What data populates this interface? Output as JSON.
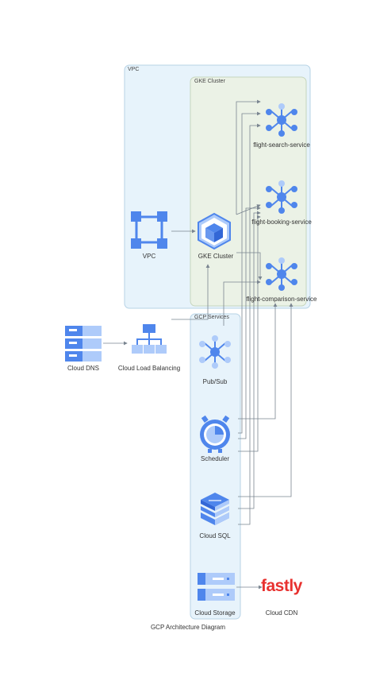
{
  "groups": {
    "vpc": "VPC",
    "gke": "GKE Cluster",
    "gcp": "GCP Services"
  },
  "nodes": {
    "dns": "Cloud DNS",
    "lb": "Cloud Load Balancing",
    "vpc": "VPC",
    "gke": "GKE Cluster",
    "search": "flight-search-service",
    "booking": "flight-booking-service",
    "comparison": "flight-comparison-service",
    "pubsub": "Pub/Sub",
    "scheduler": "Scheduler",
    "sql": "Cloud SQL",
    "storage": "Cloud Storage",
    "cdn": "Cloud CDN",
    "cdn_logo": "fastly"
  },
  "caption": "GCP Architecture Diagram",
  "colors": {
    "icon_blue": "#4f86ec",
    "icon_light": "#aecbfa",
    "vpc_fill": "#e7f3fb",
    "gke_fill": "#ebf2e6",
    "edge": "#7a8590",
    "cdn_red": "#e8312f"
  }
}
